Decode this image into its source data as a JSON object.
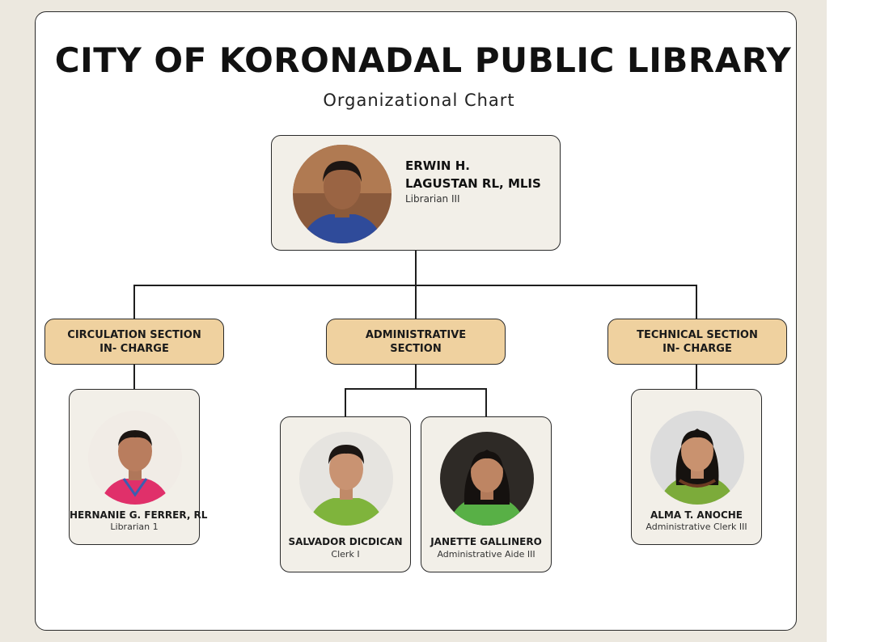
{
  "title": "CITY OF KORONADAL PUBLIC LIBRARY",
  "subtitle": "Organizational Chart",
  "head": {
    "name_line1": "ERWIN H.",
    "name_line2": "LAGUSTAN RL, MLIS",
    "role": "Librarian III"
  },
  "sections": [
    {
      "line1": "CIRCULATION SECTION",
      "line2": "IN- CHARGE"
    },
    {
      "line1": "ADMINISTRATIVE",
      "line2": "SECTION"
    },
    {
      "line1": "TECHNICAL SECTION",
      "line2": "IN- CHARGE"
    }
  ],
  "staff": [
    {
      "name": "HERNANIE G. FERRER, RL",
      "role": "Librarian 1",
      "shirt": "#e0306a",
      "bg": "#f1ece6"
    },
    {
      "name": "SALVADOR DICDICAN",
      "role": "Clerk I",
      "shirt": "#7fb43c",
      "bg": "#e6e4e0"
    },
    {
      "name": "JANETTE GALLINERO",
      "role": "Administrative Aide III",
      "shirt": "#58b046",
      "bg": "#2e2a26"
    },
    {
      "name": "ALMA T. ANOCHE",
      "role": "Administrative Clerk III",
      "shirt": "#7cab3a",
      "bg": "#dcdcdc"
    }
  ],
  "colors": {
    "section_fill": "#efd19f",
    "box_fill": "#f2efe8",
    "page_bg": "#ece8df",
    "head_shirt": "#2f4b9a"
  }
}
